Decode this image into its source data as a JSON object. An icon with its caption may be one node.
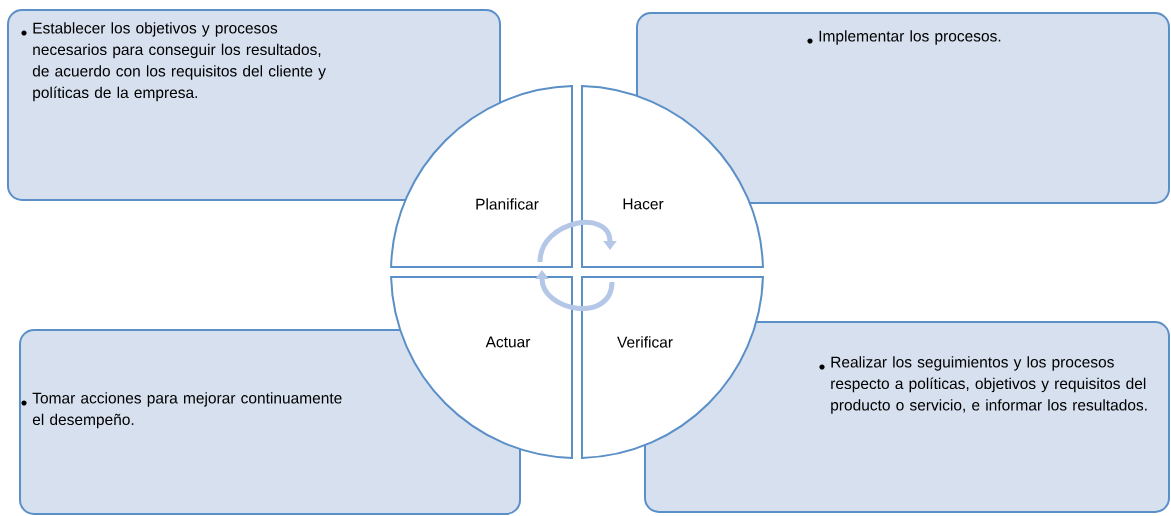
{
  "diagram": {
    "nodes": [
      {
        "text": [
          "Establecer los objetivos y procesos necesarios para conseguir los resultados, de acuerdo con los requisitos del cliente y políticas de la empresa."
        ]
      },
      {
        "text": [
          "Implementar los procesos."
        ]
      },
      {
        "text": [
          "Planificar"
        ]
      },
      {
        "text": [
          "Hacer"
        ]
      },
      {
        "text": [
          "Actuar"
        ]
      },
      {
        "text": [
          "Verificar"
        ]
      },
      {
        "text": [
          "Tomar acciones para mejorar continuamente el desempeño."
        ]
      },
      {
        "text": [
          "Realizar los seguimientos y los procesos respecto a políticas, objetivos y requisitos del producto o servicio, e informar los resultados."
        ]
      }
    ],
    "edges": [
      {
        "from": 2,
        "to": 3,
        "arrow": "to"
      },
      {
        "from": 5,
        "to": 4,
        "arrow": "to"
      }
    ]
  }
}
